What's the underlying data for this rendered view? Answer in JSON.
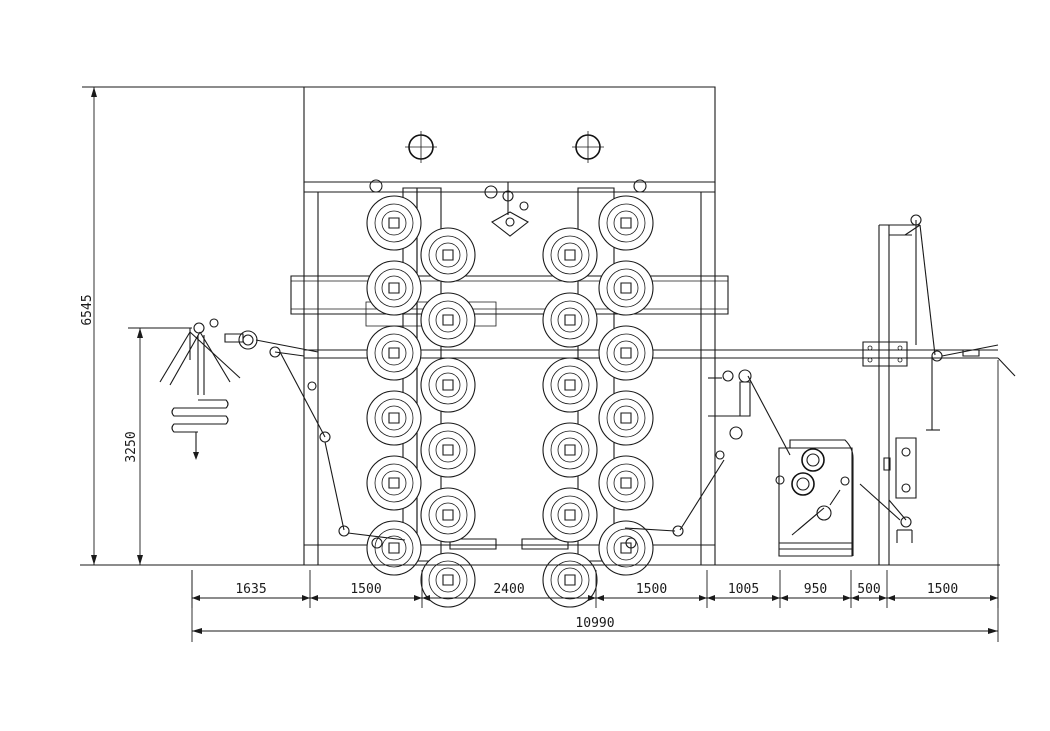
{
  "drawing": {
    "horizontal_dimensions": [
      "1635",
      "1500",
      "2400",
      "1500",
      "1005",
      "950",
      "500",
      "1500"
    ],
    "total_width": "10990",
    "height_total": "6545",
    "height_partial": "3250"
  }
}
